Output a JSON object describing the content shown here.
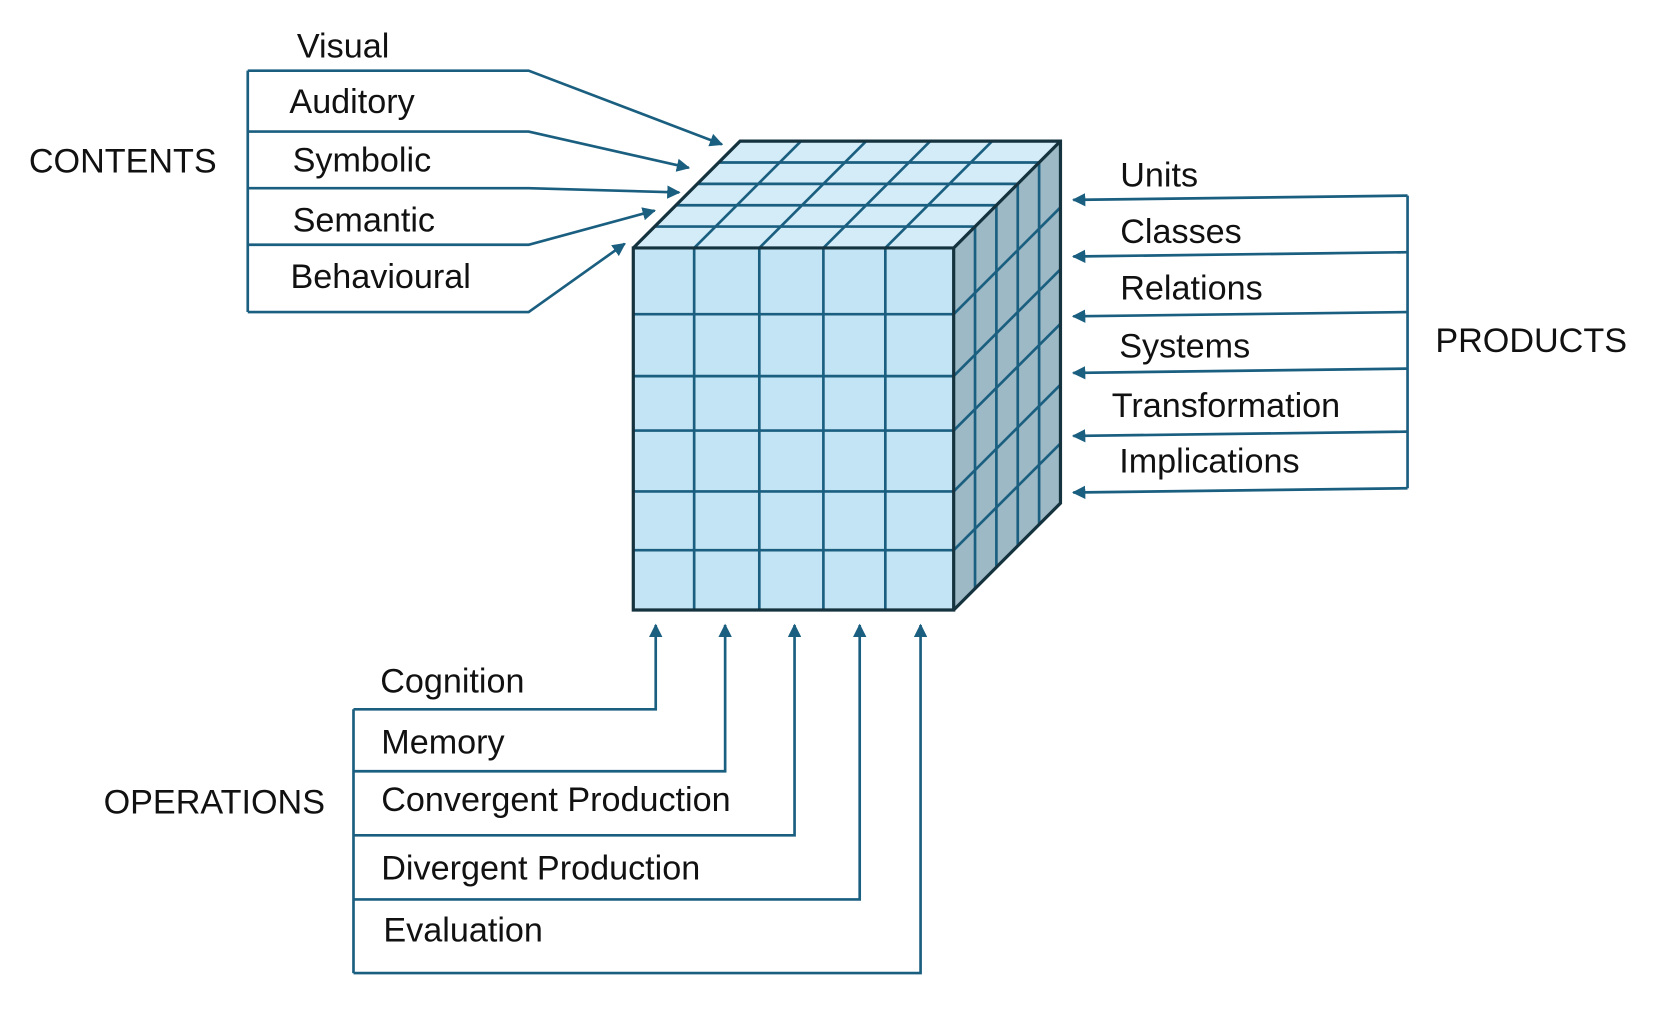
{
  "contents": {
    "title": "CONTENTS",
    "items": [
      "Visual",
      "Auditory",
      "Symbolic",
      "Semantic",
      "Behavioural"
    ]
  },
  "products": {
    "title": "PRODUCTS",
    "items": [
      "Units",
      "Classes",
      "Relations",
      "Systems",
      "Transformation",
      "Implications"
    ]
  },
  "operations": {
    "title": "OPERATIONS",
    "items": [
      "Cognition",
      "Memory",
      "Convergent Production",
      "Divergent Production",
      "Evaluation"
    ]
  },
  "colors": {
    "front": "#c3e4f4",
    "top": "#d3ecf8",
    "side": "#9cb9c5",
    "lines": "#1b5f80",
    "edges": "#15323f"
  }
}
